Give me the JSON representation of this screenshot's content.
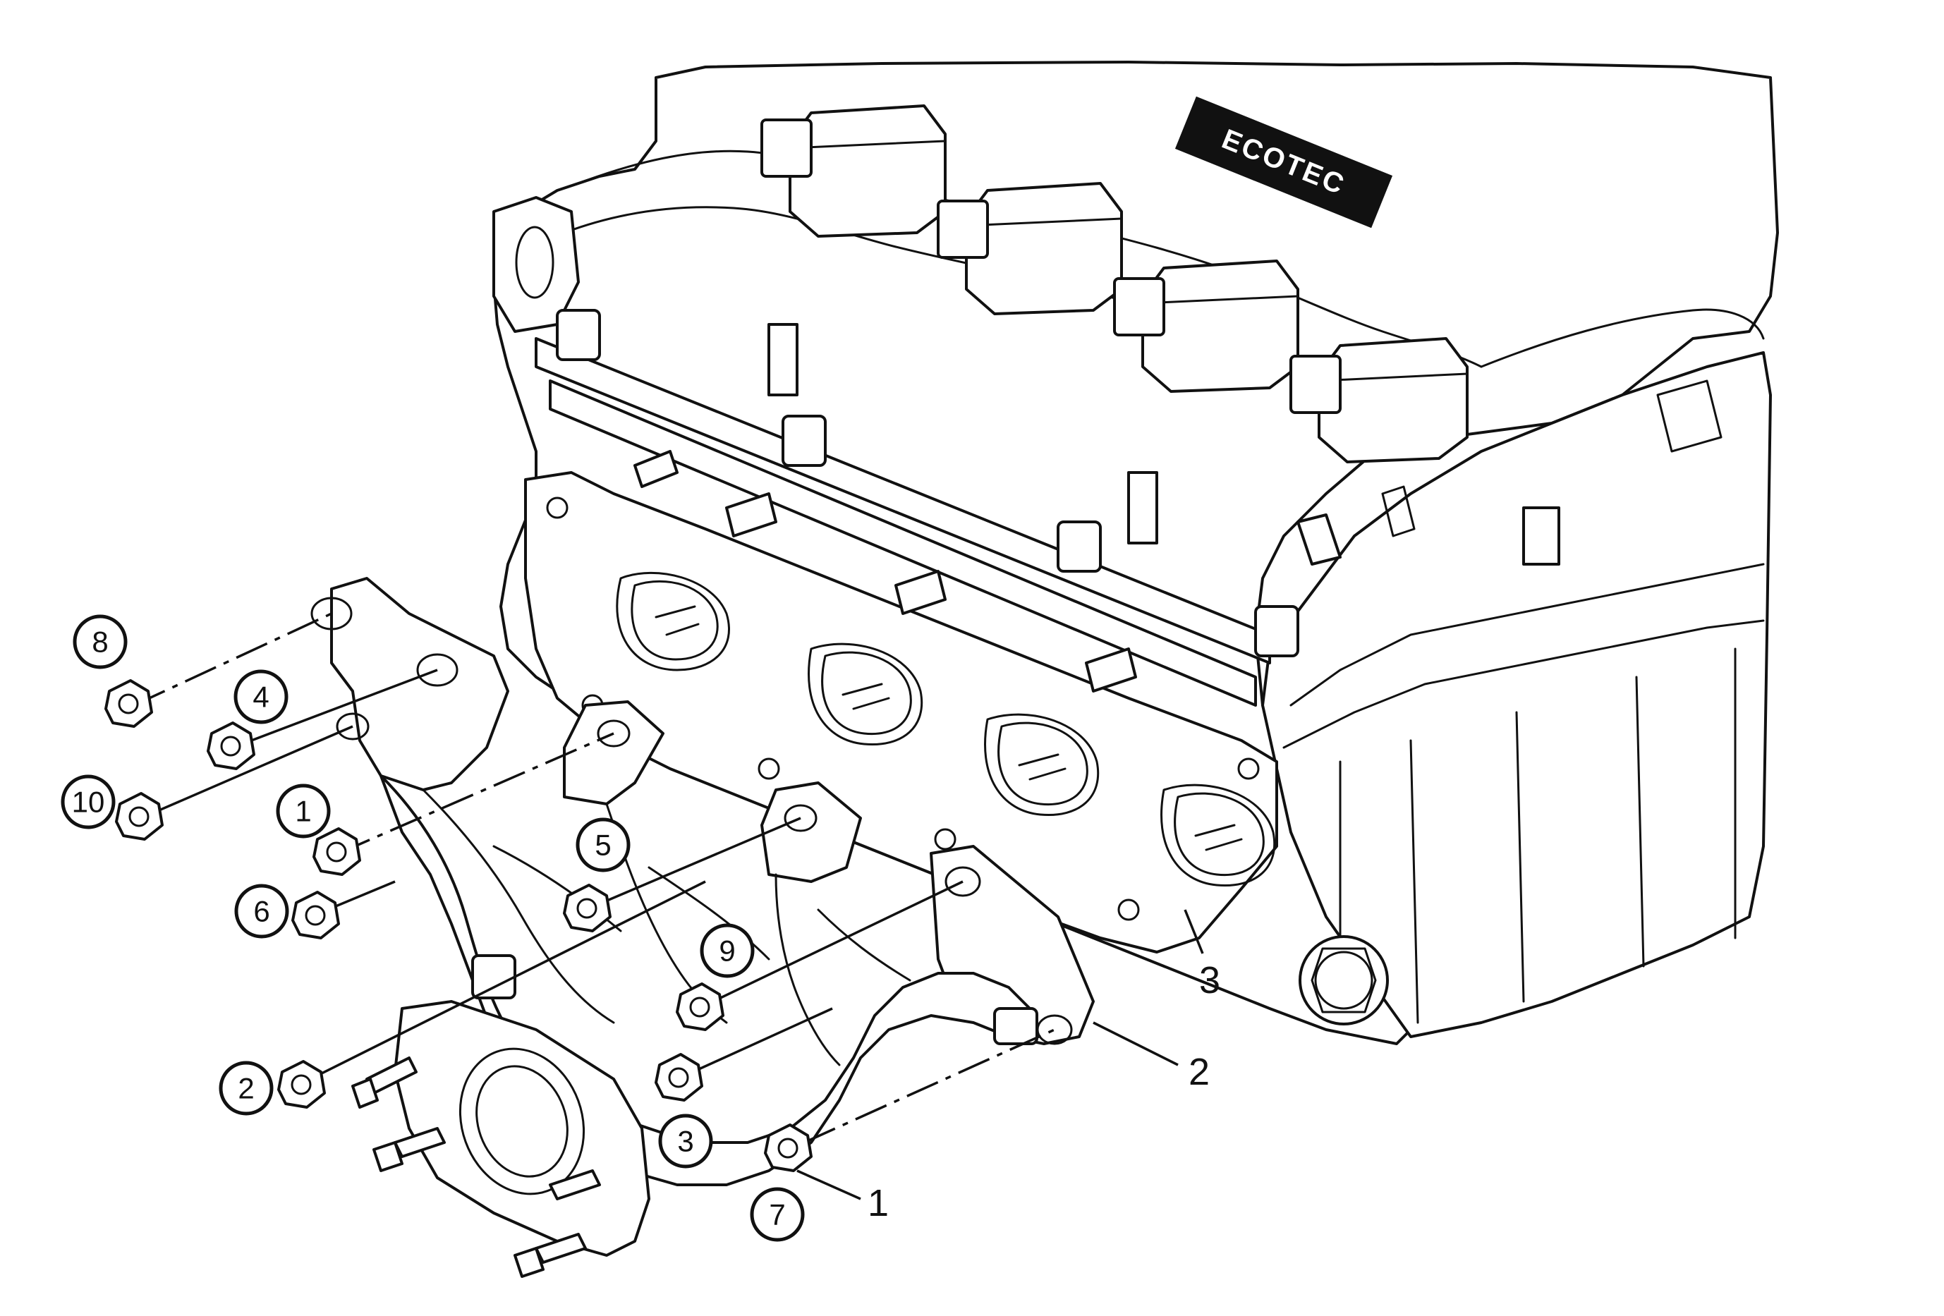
{
  "engine_badge": {
    "text": "ECOTEC"
  },
  "sequence_callouts": [
    {
      "label": "8"
    },
    {
      "label": "4"
    },
    {
      "label": "10"
    },
    {
      "label": "1"
    },
    {
      "label": "5"
    },
    {
      "label": "6"
    },
    {
      "label": "9"
    },
    {
      "label": "2"
    },
    {
      "label": "3"
    },
    {
      "label": "7"
    }
  ],
  "part_labels": [
    {
      "label": "1",
      "part": "nut"
    },
    {
      "label": "2",
      "part": "exhaust manifold"
    },
    {
      "label": "3",
      "part": "exhaust manifold gasket"
    }
  ]
}
